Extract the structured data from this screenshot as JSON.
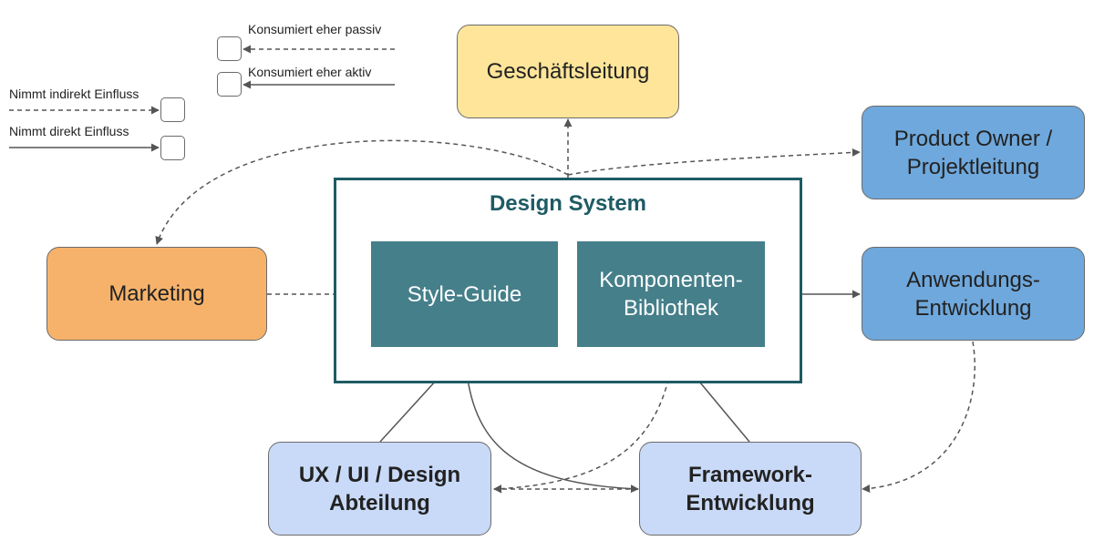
{
  "legend": {
    "consumes_passive": "Konsumiert eher passiv",
    "consumes_active": "Konsumiert eher aktiv",
    "influence_indirect": "Nimmt indirekt Einfluss",
    "influence_direct": "Nimmt direkt Einfluss"
  },
  "design_system": {
    "title": "Design System",
    "style_guide": "Style-Guide",
    "component_library": "Komponenten-\nBibliothek"
  },
  "nodes": {
    "management": "Geschäftsleitung",
    "product_owner": "Product Owner /\nProjektleitung",
    "marketing": "Marketing",
    "app_development": "Anwendungs-\nEntwicklung",
    "ux_ui_design": "UX / UI / Design\nAbteilung",
    "framework_development": "Framework-\nEntwicklung"
  },
  "colors": {
    "management": "#ffe599",
    "product_owner": "#6fa8dc",
    "marketing": "#f6b26b",
    "app_development": "#6fa8dc",
    "ux_ui_design": "#c9daf8",
    "framework_development": "#c9daf8",
    "design_system_border": "#1e5b63",
    "design_system_inner": "#457f8a"
  }
}
